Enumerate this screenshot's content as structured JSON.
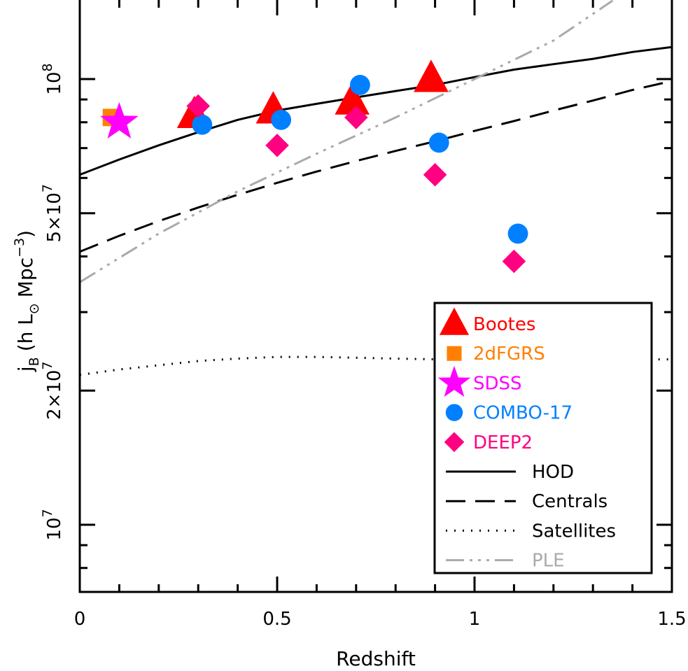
{
  "chart_data": {
    "type": "scatter",
    "xlabel": "Redshift",
    "ylabel": {
      "prefix": "j",
      "prefix_sub": "B",
      "open": "(h L",
      "sun_symbol": "⊙",
      "unit": "Mpc",
      "unit_sup": "−3",
      "close": ")"
    },
    "y_scale": "log",
    "xlim": [
      0,
      1.5
    ],
    "ylim": [
      7000000,
      160000000
    ],
    "x_ticks": [
      {
        "value": 0,
        "label": "0"
      },
      {
        "value": 0.5,
        "label": "0.5"
      },
      {
        "value": 1,
        "label": "1"
      },
      {
        "value": 1.5,
        "label": "1.5"
      }
    ],
    "x_minor_ticks": [
      0.1,
      0.2,
      0.3,
      0.4,
      0.6,
      0.7,
      0.8,
      0.9,
      1.1,
      1.2,
      1.3,
      1.4
    ],
    "y_ticks": [
      {
        "value": 10000000,
        "mantissa": "",
        "base": "10",
        "exp": "7"
      },
      {
        "value": 20000000,
        "mantissa": "2×",
        "base": "10",
        "exp": "7"
      },
      {
        "value": 50000000,
        "mantissa": "5×",
        "base": "10",
        "exp": "7"
      },
      {
        "value": 100000000,
        "mantissa": "",
        "base": "10",
        "exp": "8"
      }
    ],
    "y_minor_ticks": [
      8000000,
      9000000,
      30000000,
      40000000,
      60000000,
      70000000,
      80000000,
      90000000,
      200000000
    ],
    "series": [
      {
        "name": "Bootes",
        "kind": "points",
        "marker": "triangle",
        "color": "#ff0000",
        "points": [
          {
            "x": 0.29,
            "y": 83000000
          },
          {
            "x": 0.49,
            "y": 85000000
          },
          {
            "x": 0.69,
            "y": 89000000
          },
          {
            "x": 0.89,
            "y": 100000000
          }
        ]
      },
      {
        "name": "2dFGRS",
        "kind": "points",
        "marker": "square",
        "color": "#ff8000",
        "points": [
          {
            "x": 0.08,
            "y": 82000000
          }
        ]
      },
      {
        "name": "SDSS",
        "kind": "points",
        "marker": "star",
        "color": "#ff00ff",
        "points": [
          {
            "x": 0.1,
            "y": 80000000
          }
        ]
      },
      {
        "name": "COMBO-17",
        "kind": "points",
        "marker": "circle",
        "color": "#0080ff",
        "points": [
          {
            "x": 0.31,
            "y": 79000000
          },
          {
            "x": 0.51,
            "y": 81000000
          },
          {
            "x": 0.71,
            "y": 97000000
          },
          {
            "x": 0.91,
            "y": 72000000
          },
          {
            "x": 1.11,
            "y": 45000000
          }
        ]
      },
      {
        "name": "DEEP2",
        "kind": "points",
        "marker": "diamond",
        "color": "#ff0080",
        "points": [
          {
            "x": 0.3,
            "y": 87000000
          },
          {
            "x": 0.5,
            "y": 71000000
          },
          {
            "x": 0.7,
            "y": 82000000
          },
          {
            "x": 0.9,
            "y": 61000000
          },
          {
            "x": 1.1,
            "y": 39000000
          }
        ]
      },
      {
        "name": "HOD",
        "kind": "line",
        "dash": "none",
        "color": "#000000",
        "x": [
          0,
          0.1,
          0.2,
          0.3,
          0.4,
          0.5,
          0.6,
          0.7,
          0.8,
          0.9,
          1.0,
          1.1,
          1.2,
          1.3,
          1.4,
          1.5
        ],
        "y": [
          61000000,
          66000000,
          71000000,
          76000000,
          81000000,
          85000000,
          88000000,
          91000000,
          94000000,
          97000000,
          101000000,
          105000000,
          108000000,
          111000000,
          115000000,
          118000000
        ]
      },
      {
        "name": "Centrals",
        "kind": "line",
        "dash": "28,14",
        "color": "#000000",
        "x": [
          0,
          0.1,
          0.2,
          0.3,
          0.4,
          0.5,
          0.6,
          0.7,
          0.8,
          0.9,
          1.0,
          1.1,
          1.2,
          1.3,
          1.4,
          1.5
        ],
        "y": [
          41000000,
          44500000,
          48000000,
          51500000,
          55000000,
          58500000,
          62000000,
          65500000,
          69000000,
          72500000,
          76500000,
          80500000,
          85000000,
          89500000,
          94500000,
          99000000
        ]
      },
      {
        "name": "Satellites",
        "kind": "line",
        "dash": "2,10",
        "color": "#000000",
        "x": [
          0,
          0.1,
          0.2,
          0.3,
          0.4,
          0.5,
          0.6,
          0.7,
          0.8,
          0.9,
          1.0,
          1.1,
          1.2,
          1.3,
          1.4,
          1.5
        ],
        "y": [
          21700000,
          22300000,
          22800000,
          23300000,
          23600000,
          23800000,
          23800000,
          23700000,
          23600000,
          23500000,
          23500000,
          23500000,
          23500000,
          23500000,
          23500000,
          23500000
        ]
      },
      {
        "name": "PLE",
        "kind": "line",
        "dash": "26,8,4,8,4,8,4,8",
        "color": "#aaaaaa",
        "x": [
          0,
          0.2,
          0.4,
          0.6,
          0.8,
          1.0,
          1.2,
          1.35
        ],
        "y": [
          35000000,
          45000000,
          56000000,
          68000000,
          82000000,
          100000000,
          122000000,
          150000000
        ]
      }
    ],
    "legend": {
      "position": "bottom-right",
      "entries": [
        {
          "label": "Bootes",
          "color": "#ff0000",
          "marker": "triangle"
        },
        {
          "label": "2dFGRS",
          "color": "#ff8000",
          "marker": "square"
        },
        {
          "label": "SDSS",
          "color": "#ff00ff",
          "marker": "star"
        },
        {
          "label": "COMBO-17",
          "color": "#0080ff",
          "marker": "circle"
        },
        {
          "label": "DEEP2",
          "color": "#ff0080",
          "marker": "diamond"
        },
        {
          "label": "HOD",
          "color": "#000000",
          "line": "solid"
        },
        {
          "label": "Centrals",
          "color": "#000000",
          "line": "dashed"
        },
        {
          "label": "Satellites",
          "color": "#000000",
          "line": "dotted"
        },
        {
          "label": "PLE",
          "color": "#aaaaaa",
          "line": "dash-dot-dot"
        }
      ]
    }
  }
}
